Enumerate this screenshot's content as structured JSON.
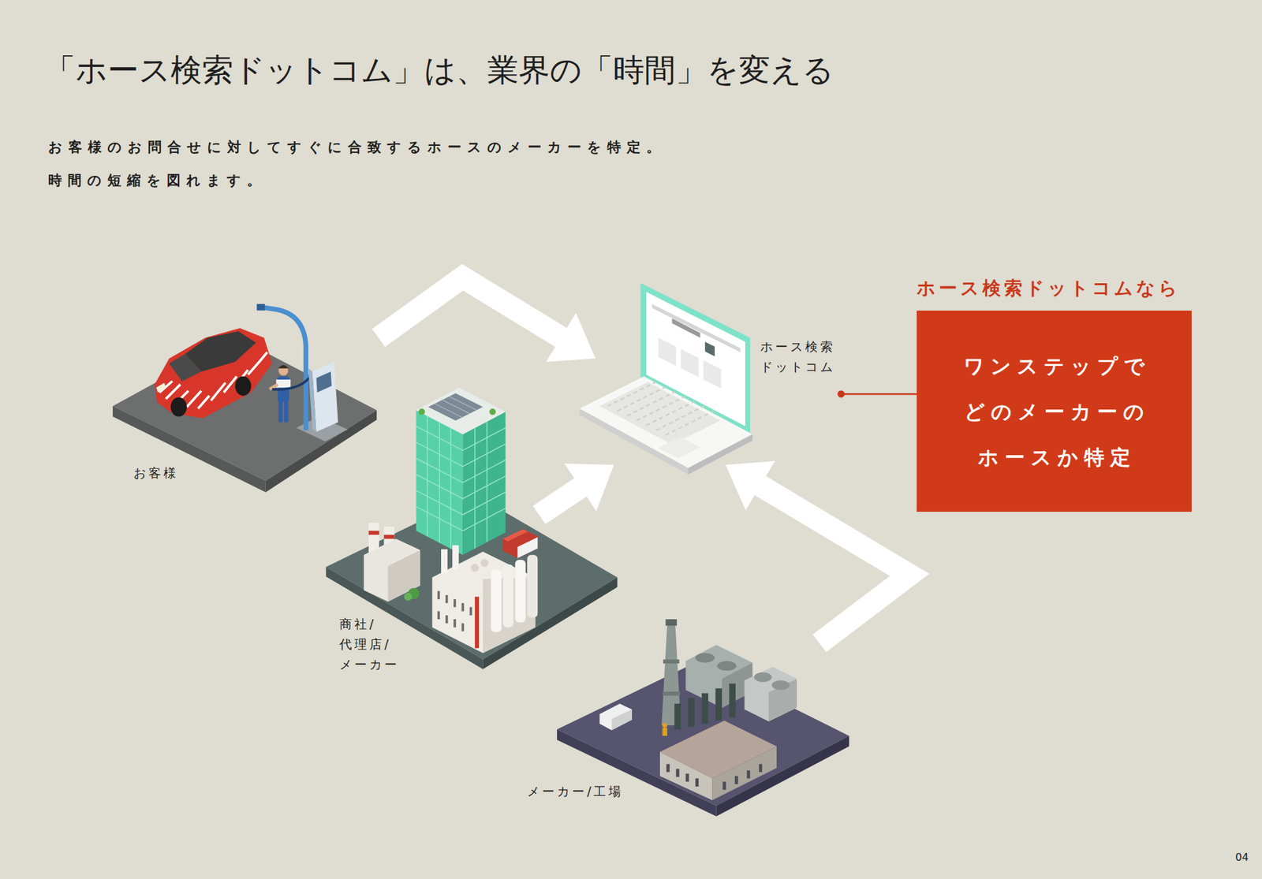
{
  "diagram": {
    "title": "「ホース検索ドットコム」は、業界の「時間」を変える",
    "nodes": [
      {
        "text": [
          "お客様"
        ]
      },
      {
        "text": [
          "商社/ 代理店/ メーカー"
        ]
      },
      {
        "text": [
          "メーカー/工場"
        ]
      },
      {
        "text": [
          "ホース検索 ドットコム"
        ]
      },
      {
        "text": [
          "ホース検索ドットコムなら",
          "ワンステップで どのメーカーの ホースか特定"
        ]
      }
    ],
    "edges": [
      {
        "from": 0,
        "to": 3,
        "arrow": "to"
      },
      {
        "from": 1,
        "to": 3,
        "arrow": "to"
      },
      {
        "from": 2,
        "to": 3,
        "arrow": "to"
      },
      {
        "from": 3,
        "to": 4,
        "arrow": "none"
      }
    ],
    "labels": [
      "お客様のお問合せに対してすぐに合致するホースのメーカーを特定。",
      "時間の短縮を図れます。",
      "04"
    ]
  }
}
